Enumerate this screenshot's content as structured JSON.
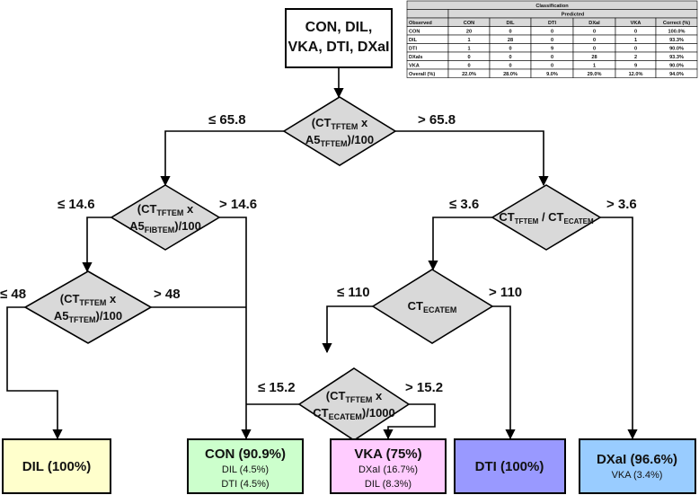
{
  "root": {
    "lines": [
      "CON, DIL,",
      "VKA, DTI, DXaI"
    ]
  },
  "nodes": {
    "n1": {
      "pre": "(CT",
      "sub1": "TFTEM",
      "mid": " x",
      "line2pre": "A5",
      "sub2": "TFTEM",
      "post": ")/100"
    },
    "n2": {
      "pre": "(CT",
      "sub1": "TFTEM",
      "mid": " x",
      "line2pre": "A5",
      "sub2": "FIBTEM",
      "post": ")/100"
    },
    "n3": {
      "pre": "CT",
      "sub1": "TFTEM",
      "mid": " / CT",
      "sub2": "ECATEM"
    },
    "n4": {
      "pre": "(CT",
      "sub1": "TFTEM",
      "mid": " x",
      "line2pre": "A5",
      "sub2": "TFTEM",
      "post": ")/100"
    },
    "n5": {
      "pre": "CT",
      "sub1": "ECATEM"
    },
    "n6": {
      "pre": "(CT",
      "sub1": "TFTEM",
      "mid": " x",
      "line2pre": "CT",
      "sub2": "ECATEM",
      "post": ")/1000"
    }
  },
  "edges": {
    "n1_left": "≤ 65.8",
    "n1_right": "> 65.8",
    "n2_left": "≤ 14.6",
    "n2_right": "> 14.6",
    "n3_left": "≤ 3.6",
    "n3_right": "> 3.6",
    "n4_left": "≤ 48",
    "n4_right": "> 48",
    "n5_left": "≤ 110",
    "n5_right": "> 110",
    "n6_left": "≤ 15.2",
    "n6_right": "> 15.2"
  },
  "leaves": [
    {
      "id": "dil",
      "title": "DIL (100%)",
      "subs": [],
      "color": "#ffffcc"
    },
    {
      "id": "con",
      "title": "CON (90.9%)",
      "subs": [
        "DIL (4.5%)",
        "DTI (4.5%)"
      ],
      "color": "#ccffcc"
    },
    {
      "id": "vka",
      "title": "VKA (75%)",
      "subs": [
        "DXaI (16.7%)",
        "DIL (8.3%)"
      ],
      "color": "#ffccff"
    },
    {
      "id": "dti",
      "title": "DTI (100%)",
      "subs": [],
      "color": "#9999ff"
    },
    {
      "id": "dxai",
      "title": "DXaI (96.6%)",
      "subs": [
        "VKA (3.4%)"
      ],
      "color": "#99ccff"
    }
  ],
  "colors": {
    "node_fill": "#d9d9d9",
    "stroke": "#000000",
    "table_header": "#d9d9d9"
  },
  "table": {
    "title": "Classification",
    "predicted": "Predicted",
    "headers": [
      "Observed",
      "CON",
      "DIL",
      "DTI",
      "DXaI",
      "VKA",
      "Correct (%)"
    ],
    "rows": [
      [
        "CON",
        "20",
        "0",
        "0",
        "0",
        "0",
        "100.0%"
      ],
      [
        "DIL",
        "1",
        "28",
        "0",
        "0",
        "1",
        "93.3%"
      ],
      [
        "DTI",
        "1",
        "0",
        "9",
        "0",
        "0",
        "90.0%"
      ],
      [
        "DXaIs",
        "0",
        "0",
        "0",
        "28",
        "2",
        "93.3%"
      ],
      [
        "VKA",
        "0",
        "0",
        "0",
        "1",
        "9",
        "90.0%"
      ],
      [
        "Overall (%)",
        "22.0%",
        "28.0%",
        "9.0%",
        "29.0%",
        "12.0%",
        "94.0%"
      ]
    ]
  }
}
